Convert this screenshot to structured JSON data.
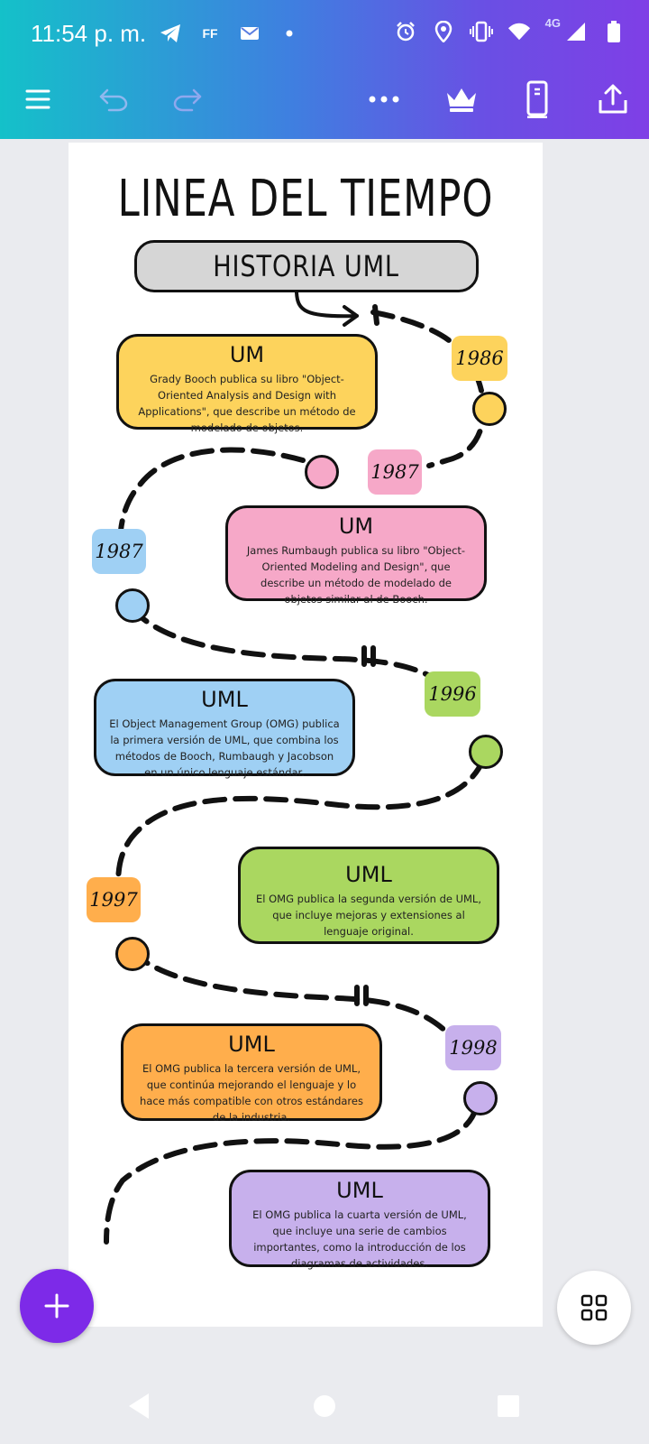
{
  "status_bar": {
    "time": "11:54 p. m.",
    "ff_label": "FF",
    "network": "4G",
    "icons_left": [
      "telegram-icon",
      "ff-icon",
      "mail-icon",
      "dot-icon"
    ],
    "icons_right": [
      "alarm-icon",
      "location-icon",
      "vibrate-icon",
      "wifi-icon",
      "signal-icon",
      "battery-icon"
    ]
  },
  "toolbar": {
    "icons": [
      "menu-icon",
      "undo-icon",
      "redo-icon",
      "more-icon",
      "crown-icon",
      "phone-icon",
      "share-icon"
    ]
  },
  "design": {
    "title": "LINEA DEL TIEMPO",
    "subtitle": "HISTORIA UML",
    "events": [
      {
        "year": "1986",
        "heading": "UM",
        "text": "Grady Booch publica su libro \"Object-Oriented Analysis and Design with Applications\", que describe un método de modelado de objetos.",
        "color": "#fdd35c"
      },
      {
        "year": "1987",
        "heading": "UM",
        "text": "James Rumbaugh publica su libro \"Object-Oriented Modeling and Design\", que describe un método de modelado de objetos similar al de Booch.",
        "color": "#f6a8c8"
      },
      {
        "year": "1987",
        "heading": "UML",
        "text": "El Object Management Group (OMG) publica la primera versión de UML, que combina los métodos de Booch, Rumbaugh y Jacobson en un único lenguaje estándar.",
        "color": "#9fd0f4"
      },
      {
        "year": "1996",
        "heading": "UML",
        "text": "El OMG publica la segunda versión de UML, que incluye mejoras y extensiones al lenguaje original.",
        "color": "#aad760"
      },
      {
        "year": "1997",
        "heading": "UML",
        "text": "El OMG publica la tercera versión de UML, que continúa mejorando el lenguaje y lo hace más compatible con otros estándares de la industria.",
        "color": "#ffae4c"
      },
      {
        "year": "1998",
        "heading": "UML",
        "text": "El OMG publica la cuarta versión de UML, que incluye una serie de cambios importantes, como la introducción de los diagramas de actividades.",
        "color": "#c7b0ec"
      }
    ]
  },
  "fab": {
    "add_icon": "plus-icon",
    "grid_icon": "grid-icon",
    "add_color": "#7d2ae8"
  },
  "nav": {
    "icons": [
      "back-icon",
      "home-icon",
      "recents-icon"
    ]
  }
}
